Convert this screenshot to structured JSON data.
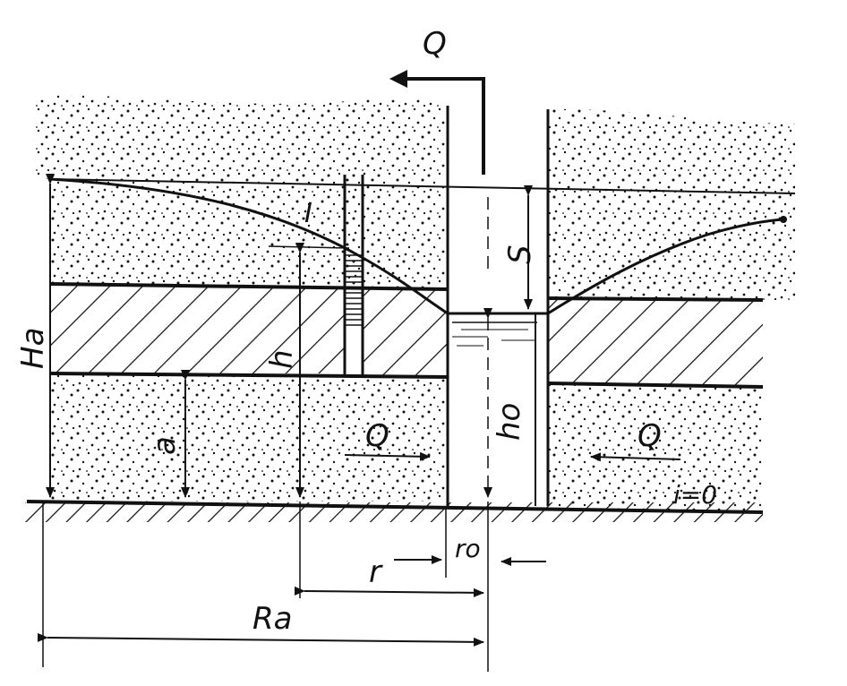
{
  "labels": {
    "flow_top": "Q",
    "flow_left": "Q",
    "flow_right": "Q",
    "curve_mark": "I",
    "drawdown": "S",
    "head_aquifer": "Ha",
    "head_point": "h",
    "head_well": "ho",
    "aquitard_depth": "a",
    "slope": "i=0",
    "radius_well": "ro",
    "radius_point": "r",
    "radius_influence": "Ra"
  },
  "colors": {
    "ink": "#111111",
    "background": "#ffffff"
  }
}
